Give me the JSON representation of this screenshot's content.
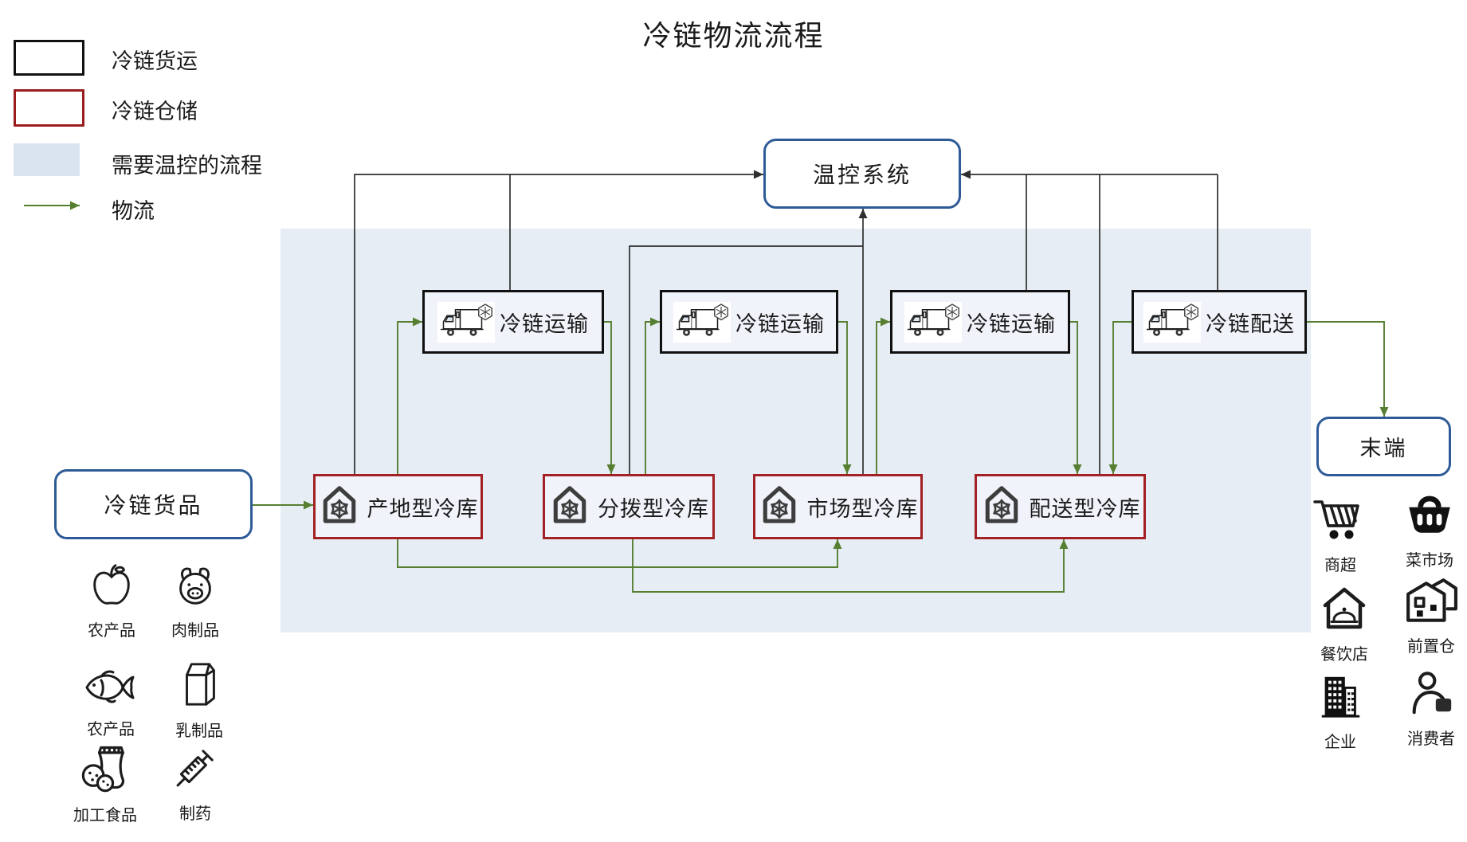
{
  "title": "冷链物流流程",
  "legend": {
    "items": [
      {
        "swatch": "black-outline-box",
        "label": "冷链货运"
      },
      {
        "swatch": "red-outline-box",
        "label": "冷链仓储"
      },
      {
        "swatch": "blue-filled-box",
        "label": "需要温控的流程"
      },
      {
        "swatch": "green-arrow",
        "label": "物流"
      }
    ]
  },
  "nodes": {
    "temp_control": {
      "label": "温控系统"
    },
    "goods_source": {
      "label": "冷链货品"
    },
    "terminal": {
      "label": "末端"
    },
    "transports": [
      {
        "icon": "refrigerated-truck-icon",
        "label": "冷链运输"
      },
      {
        "icon": "refrigerated-truck-icon",
        "label": "冷链运输"
      },
      {
        "icon": "refrigerated-truck-icon",
        "label": "冷链运输"
      },
      {
        "icon": "refrigerated-truck-icon",
        "label": "冷链配送"
      }
    ],
    "warehouses": [
      {
        "icon": "cold-storage-house-icon",
        "label": "产地型冷库"
      },
      {
        "icon": "cold-storage-house-icon",
        "label": "分拨型冷库"
      },
      {
        "icon": "cold-storage-house-icon",
        "label": "市场型冷库"
      },
      {
        "icon": "cold-storage-house-icon",
        "label": "配送型冷库"
      }
    ]
  },
  "goods": [
    {
      "icon": "apple-icon",
      "label": "农产品"
    },
    {
      "icon": "pig-icon",
      "label": "肉制品"
    },
    {
      "icon": "fish-icon",
      "label": "农产品"
    },
    {
      "icon": "milk-icon",
      "label": "乳制品"
    },
    {
      "icon": "snack-icon",
      "label": "加工食品"
    },
    {
      "icon": "syringe-icon",
      "label": "制药"
    }
  ],
  "terminals": [
    {
      "icon": "cart-icon",
      "label": "商超"
    },
    {
      "icon": "basket-icon",
      "label": "菜市场"
    },
    {
      "icon": "restaurant-icon",
      "label": "餐饮店"
    },
    {
      "icon": "front-warehouse-icon",
      "label": "前置仓"
    },
    {
      "icon": "building-icon",
      "label": "企业"
    },
    {
      "icon": "consumer-icon",
      "label": "消费者"
    }
  ],
  "colors": {
    "line_black": "#2f2f2f",
    "accent_green": "#567f31",
    "blue_border": "#2e5b97",
    "red_border": "#a32125",
    "legend_red": "#9b1c1c",
    "region_fill": "#e7edf5",
    "legend_blue_fill": "#dae3f0",
    "box_fill": "#f0f4fa",
    "text": "#1a1a1a"
  }
}
